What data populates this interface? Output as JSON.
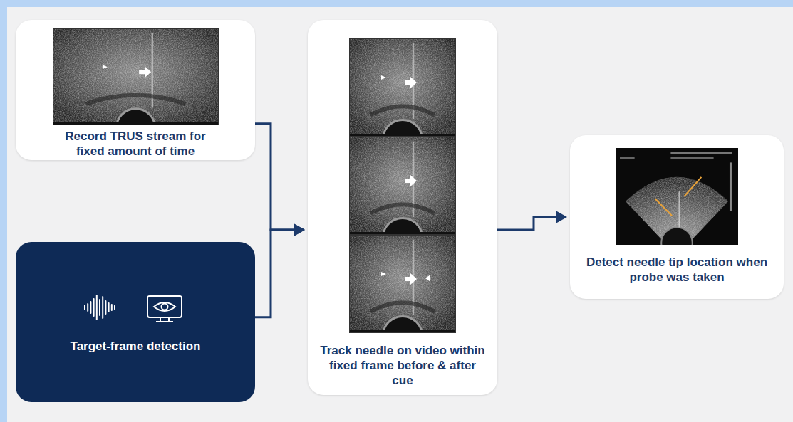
{
  "diagram": {
    "nodes": [
      {
        "text": [
          "Record TRUS stream for fixed amount of time"
        ]
      },
      {
        "text": [
          "Target-frame detection"
        ]
      },
      {
        "text": [
          "Track needle on video within fixed frame before & after cue"
        ]
      },
      {
        "text": [
          "Detect needle tip location when probe was taken"
        ]
      }
    ],
    "edges": [
      {
        "from": 0,
        "to": 2,
        "arrow": "to"
      },
      {
        "from": 1,
        "to": 2,
        "arrow": "to"
      },
      {
        "from": 2,
        "to": 3,
        "arrow": "to"
      }
    ]
  }
}
